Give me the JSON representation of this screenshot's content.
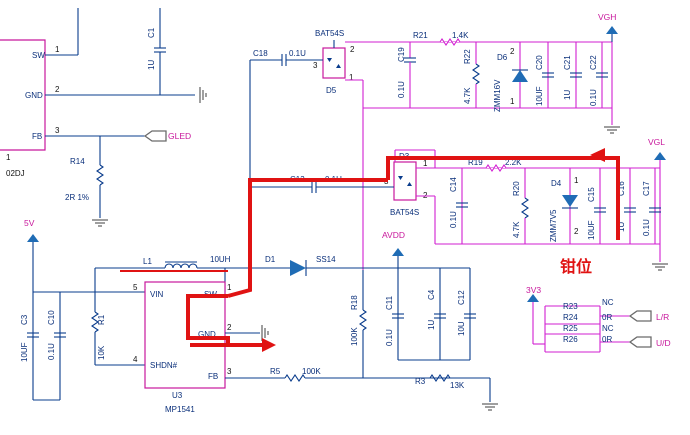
{
  "chips": {
    "left": {
      "pins": {
        "sw": "SW",
        "gnd": "GND",
        "fb": "FB"
      },
      "pin_nums": [
        "1",
        "2",
        "3"
      ],
      "part_a": "1",
      "part_b": "02DJ"
    },
    "u3": {
      "ref": "U3",
      "part": "MP1541",
      "pins": {
        "vin": "VIN",
        "shdn": "SHDN#",
        "sw": "SW",
        "gnd": "GND",
        "fb": "FB"
      },
      "pin_nums": [
        "5",
        "4",
        "1",
        "2",
        "3"
      ]
    },
    "d5": {
      "ref": "D5",
      "part": "BAT54S",
      "pins": [
        "1",
        "2",
        "3"
      ]
    },
    "d3": {
      "ref": "D3",
      "part": "BAT54S",
      "pins": [
        "1",
        "2",
        "3"
      ]
    }
  },
  "parts": {
    "c1": {
      "ref": "C1",
      "value": "1U"
    },
    "r14": {
      "ref": "R14",
      "value": "2R 1%"
    },
    "c18": {
      "ref": "C18",
      "value": "0.1U"
    },
    "c19": {
      "ref": "C19",
      "value": "0.1U"
    },
    "r21": {
      "ref": "R21",
      "value": "1.4K"
    },
    "r22": {
      "ref": "R22",
      "value": "4.7K"
    },
    "d6": {
      "ref": "D6",
      "value": "ZMM16V",
      "pins": [
        "2",
        "1"
      ]
    },
    "c20": {
      "ref": "C20",
      "value": "10UF"
    },
    "c21": {
      "ref": "C21",
      "value": "1U"
    },
    "c22": {
      "ref": "C22",
      "value": "0.1U"
    },
    "c13": {
      "ref": "C13",
      "value": "0.1U"
    },
    "c14": {
      "ref": "C14",
      "value": "0.1U"
    },
    "r19": {
      "ref": "R19",
      "value": "2.2K"
    },
    "r20": {
      "ref": "R20",
      "value": "4.7K"
    },
    "d4": {
      "ref": "D4",
      "value": "ZMM7V5",
      "pins": [
        "1",
        "2"
      ]
    },
    "c15": {
      "ref": "C15",
      "value": "10UF"
    },
    "c16": {
      "ref": "C16",
      "value": "1U"
    },
    "c17": {
      "ref": "C17",
      "value": "0.1U"
    },
    "l1": {
      "ref": "L1",
      "value": "10UH"
    },
    "d1": {
      "ref": "D1",
      "value": "SS14"
    },
    "r18": {
      "ref": "R18",
      "value": "100K"
    },
    "c11": {
      "ref": "C11",
      "value": "0.1U"
    },
    "c4": {
      "ref": "C4",
      "value": "1U"
    },
    "c12": {
      "ref": "C12",
      "value": "10U"
    },
    "c3": {
      "ref": "C3",
      "value": "10UF"
    },
    "c10": {
      "ref": "C10",
      "value": "0.1U"
    },
    "r1": {
      "ref": "R1",
      "value": "10K"
    },
    "r5": {
      "ref": "R5",
      "value": "100K"
    },
    "r3": {
      "ref": "R3",
      "value": "13K"
    },
    "r23": {
      "ref": "R23",
      "value": "NC"
    },
    "r24": {
      "ref": "R24",
      "value": "0R"
    },
    "r25": {
      "ref": "R25",
      "value": "NC"
    },
    "r26": {
      "ref": "R26",
      "value": "0R"
    }
  },
  "nets": {
    "vgh": "VGH",
    "vgl": "VGL",
    "gled": "GLED",
    "v5": "5V",
    "avdd": "AVDD",
    "v3v3": "3V3",
    "lr": "L/R",
    "ud": "U/D"
  },
  "annotation": {
    "text": "钳位",
    "color": "#e01313"
  },
  "colors": {
    "wire": "#0a3c8c",
    "power_wire": "#d21fd2",
    "chip_outline": "#c8189c",
    "label": "#0a2f7a",
    "highlight": "#e01313"
  }
}
